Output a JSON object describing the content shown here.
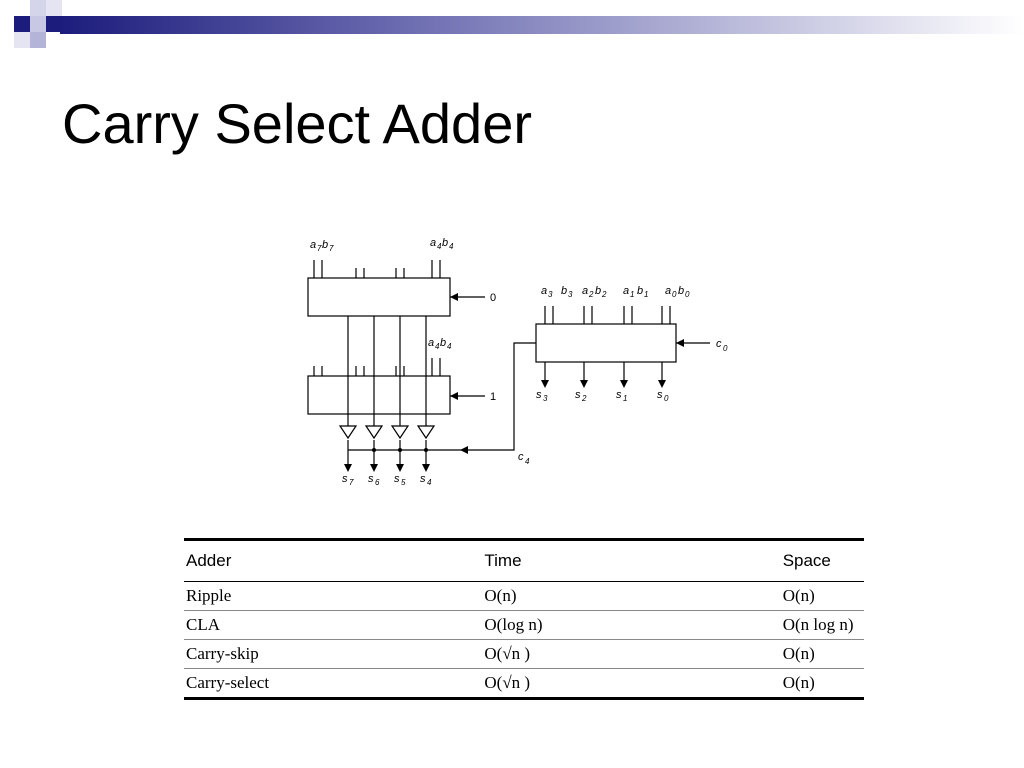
{
  "slide": {
    "title": "Carry Select Adder"
  },
  "diagram": {
    "labels": {
      "a7": "a",
      "a7_sub": "7",
      "b7": "b",
      "b7_sub": "7",
      "a4_top": "a",
      "a4_top_sub": "4",
      "b4_top": "b",
      "b4_top_sub": "4",
      "a4_mid": "a",
      "a4_mid_sub": "4",
      "b4_mid": "b",
      "b4_mid_sub": "4",
      "carry0": "0",
      "carry1": "1",
      "a3": "a",
      "a3_sub": "3",
      "b3": "b",
      "b3_sub": "3",
      "a2": "a",
      "a2_sub": "2",
      "b2": "b",
      "b2_sub": "2",
      "a1": "a",
      "a1_sub": "1",
      "b1": "b",
      "b1_sub": "1",
      "a0": "a",
      "a0_sub": "0",
      "b0": "b",
      "b0_sub": "0",
      "c0": "c",
      "c0_sub": "0",
      "c4": "c",
      "c4_sub": "4",
      "s3": "s",
      "s3_sub": "3",
      "s2": "s",
      "s2_sub": "2",
      "s1": "s",
      "s1_sub": "1",
      "s0": "s",
      "s0_sub": "0",
      "s7": "s",
      "s7_sub": "7",
      "s6": "s",
      "s6_sub": "6",
      "s5": "s",
      "s5_sub": "5",
      "s4": "s",
      "s4_sub": "4"
    }
  },
  "table": {
    "headers": [
      "Adder",
      "Time",
      "Space"
    ],
    "rows": [
      {
        "adder": "Ripple",
        "time": "O(n)",
        "space": "O(n)"
      },
      {
        "adder": "CLA",
        "time": "O(log n)",
        "space": "O(n log n)"
      },
      {
        "adder": "Carry-skip",
        "time": "O(√n )",
        "space": "O(n)"
      },
      {
        "adder": "Carry-select",
        "time": "O(√n )",
        "space": "O(n)"
      }
    ]
  },
  "colors": {
    "accent_dark": "#1c1c7c",
    "accent_light": "#b4b4d8"
  }
}
